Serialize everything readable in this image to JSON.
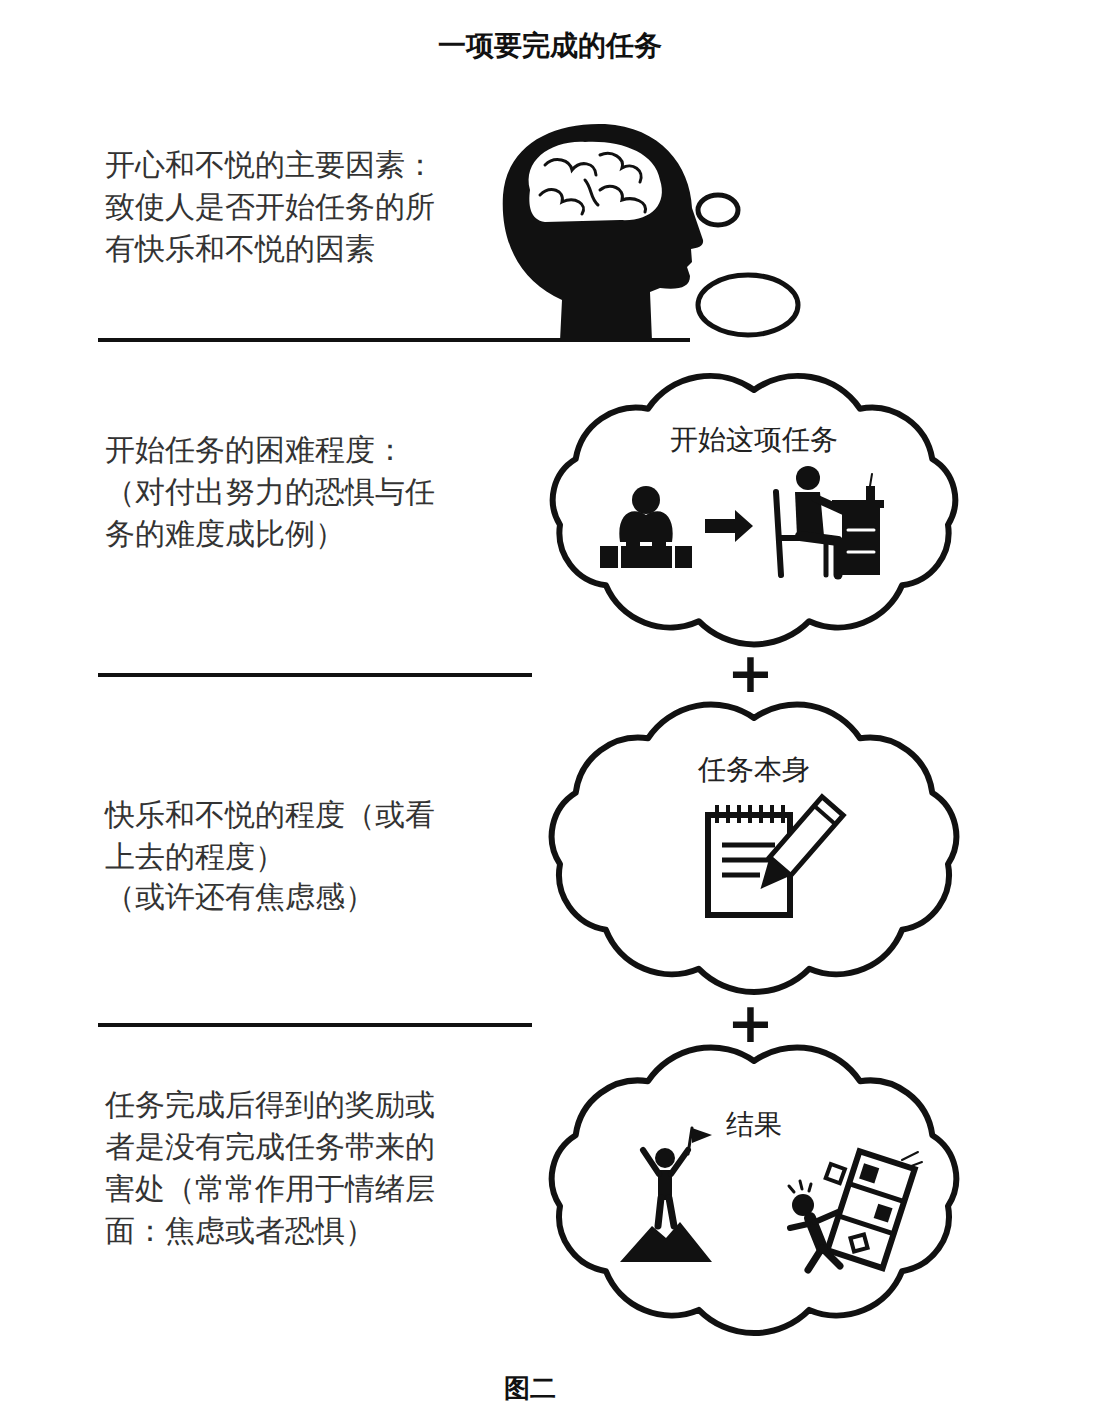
{
  "diagram": {
    "title": "一项要完成的任务",
    "caption": "图二",
    "nodes": [
      {
        "text": [
          "开始这项任务"
        ]
      },
      {
        "text": [
          "任务本身"
        ]
      },
      {
        "text": [
          "结果"
        ]
      }
    ],
    "labels": [
      "开心和不悦的主要因素：",
      "致使人是否开始任务的所有快乐和不悦的因素",
      "开始任务的困难程度：",
      "（对付出努力的恐惧与任务的难度成比例）",
      "+",
      "快乐和不悦的程度（或看上去的程度）",
      "（或许还有焦虑感）",
      "+",
      "任务完成后得到的奖励或者是没有完成任务带来的害处（常常作用于情绪层面：焦虑或者恐惧）"
    ]
  }
}
